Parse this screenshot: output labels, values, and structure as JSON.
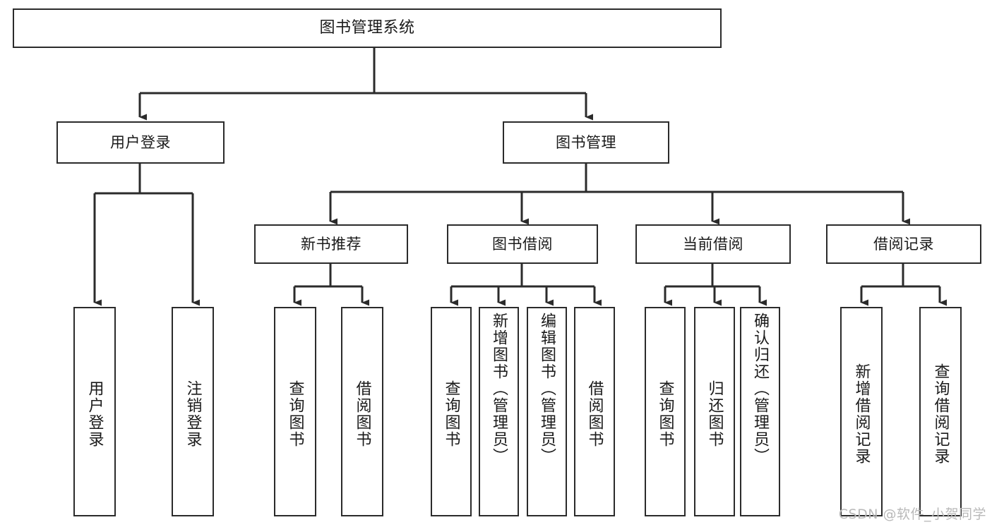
{
  "diagram": {
    "title": "图书管理系统",
    "type": "tree-hierarchy-chart",
    "colors": {
      "box_border": "#2b2b2b",
      "box_fill": "#ffffff",
      "connector": "#2b2b2b",
      "background": "#ffffff",
      "watermark": "#b9b9b9"
    },
    "root": {
      "label": "图书管理系统"
    },
    "level1": [
      {
        "id": "user-login",
        "label": "用户登录"
      },
      {
        "id": "book-management",
        "label": "图书管理"
      }
    ],
    "level2": [
      {
        "id": "new-book-recommend",
        "label": "新书推荐"
      },
      {
        "id": "book-borrow",
        "label": "图书借阅"
      },
      {
        "id": "current-borrow",
        "label": "当前借阅"
      },
      {
        "id": "borrow-record",
        "label": "借阅记录"
      }
    ],
    "leaves": {
      "user_login": [
        {
          "id": "leaf-user-login",
          "label": "用户登录"
        },
        {
          "id": "leaf-logout-login",
          "label": "注销登录"
        }
      ],
      "new_book_recommend": [
        {
          "id": "leaf-query-book-1",
          "label": "查询图书"
        },
        {
          "id": "leaf-borrow-book-1",
          "label": "借阅图书"
        }
      ],
      "book_borrow": [
        {
          "id": "leaf-query-book-2",
          "label": "查询图书"
        },
        {
          "id": "leaf-add-book-admin",
          "label": "新增图书（管理员）"
        },
        {
          "id": "leaf-edit-book-admin",
          "label": "编辑图书（管理员）"
        },
        {
          "id": "leaf-borrow-book-2",
          "label": "借阅图书"
        }
      ],
      "current_borrow": [
        {
          "id": "leaf-query-book-3",
          "label": "查询图书"
        },
        {
          "id": "leaf-return-book",
          "label": "归还图书"
        },
        {
          "id": "leaf-confirm-return-admin",
          "label": "确认归还（管理员）"
        }
      ],
      "borrow_record": [
        {
          "id": "leaf-add-borrow-record",
          "label": "新增借阅记录"
        },
        {
          "id": "leaf-query-borrow-record",
          "label": "查询借阅记录"
        }
      ]
    }
  },
  "watermark": {
    "text": "CSDN @软件_小贺同学"
  }
}
